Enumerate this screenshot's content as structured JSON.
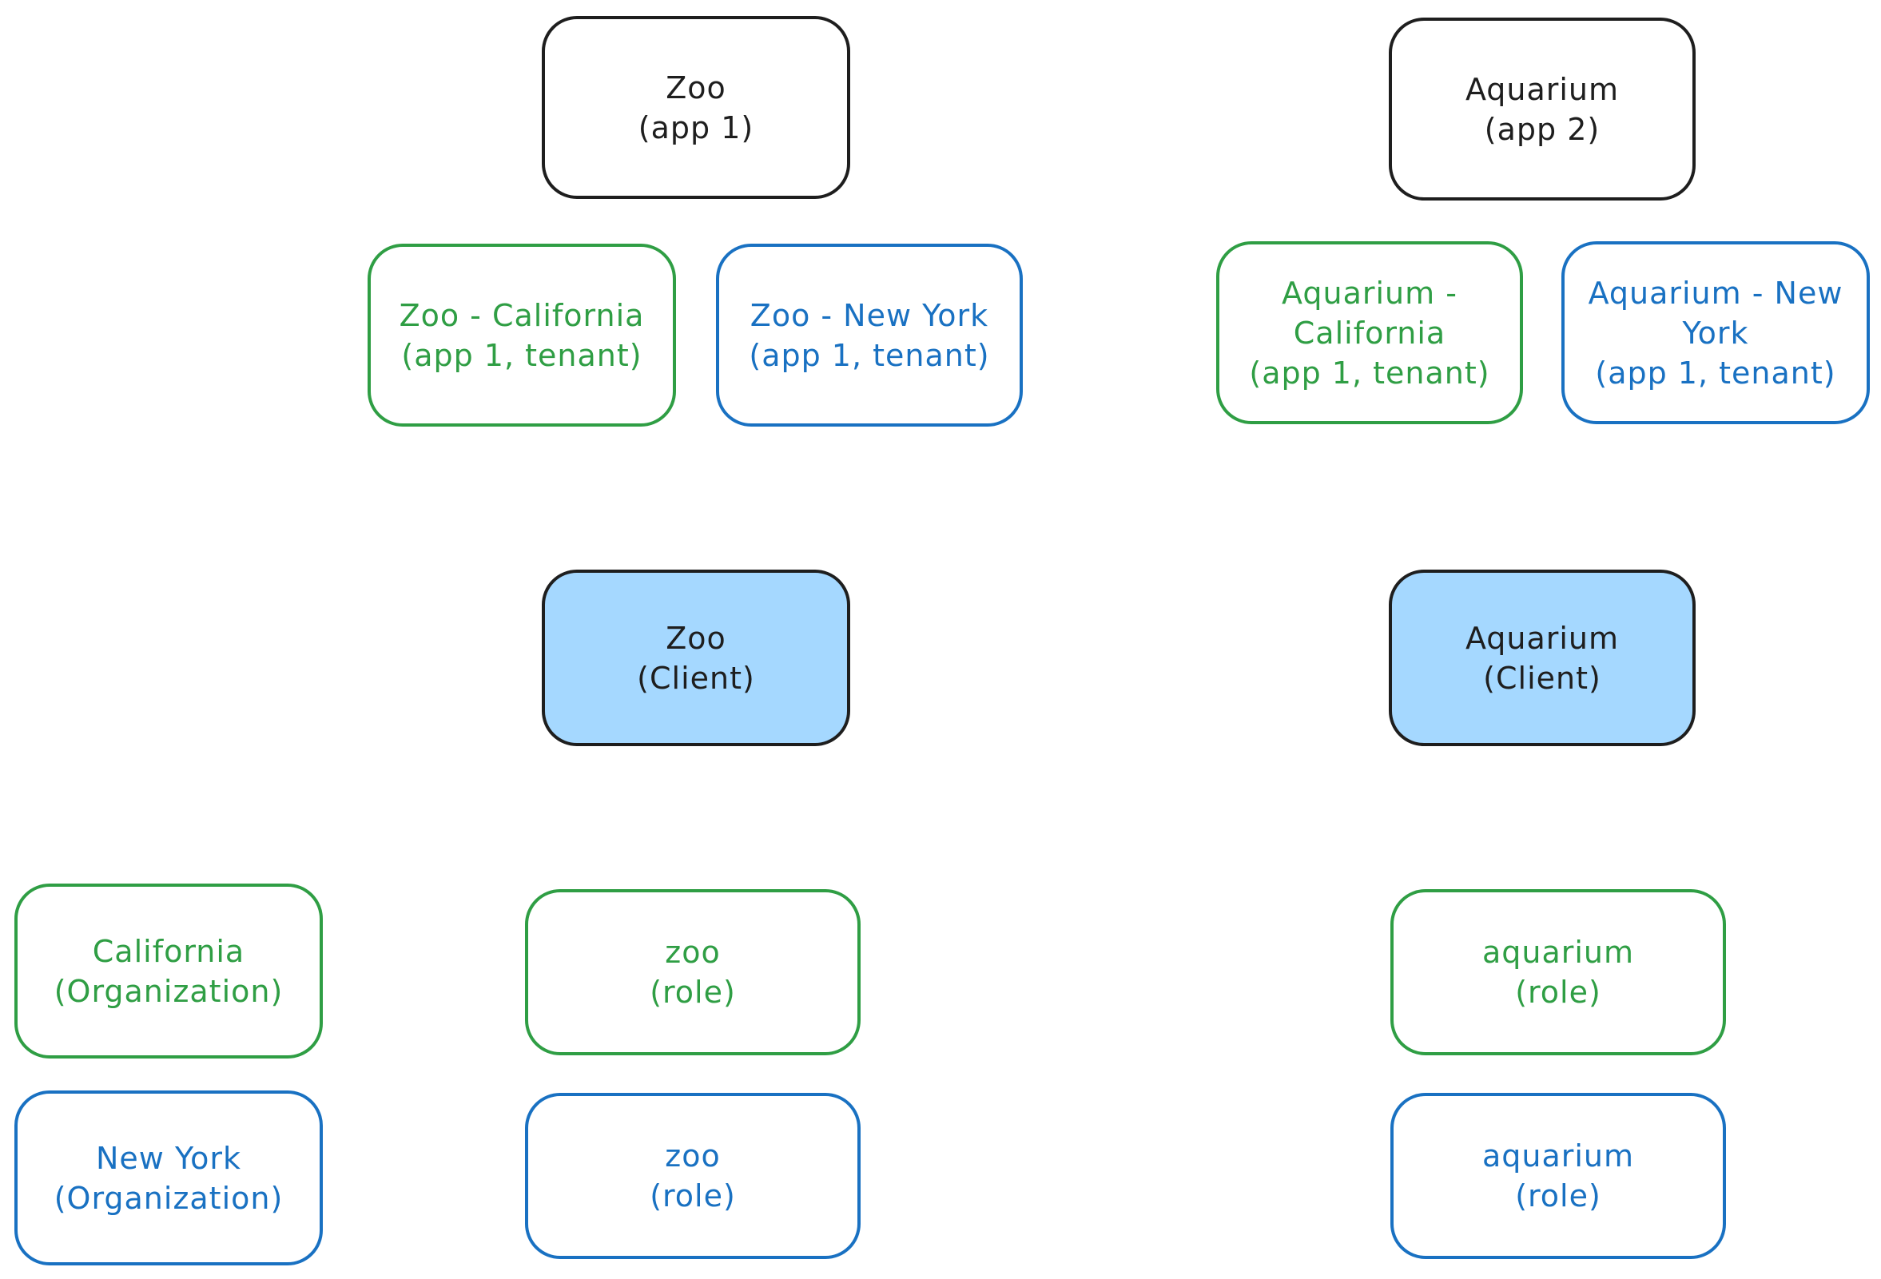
{
  "colors": {
    "stroke_black": "#1e1e1e",
    "stroke_green": "#2f9e44",
    "stroke_blue": "#1971c2",
    "client_fill": "#a5d8ff",
    "background": "#ffffff"
  },
  "nodes": {
    "zoo_app": {
      "line1": "Zoo",
      "line2": "(app 1)",
      "line3": ""
    },
    "aquarium_app": {
      "line1": "Aquarium",
      "line2": "(app 2)",
      "line3": ""
    },
    "zoo_ca": {
      "line1": "Zoo - California",
      "line2": "(app 1, tenant)",
      "line3": ""
    },
    "zoo_ny": {
      "line1": "Zoo - New York",
      "line2": "(app 1, tenant)",
      "line3": ""
    },
    "aq_ca": {
      "line1": "Aquarium -",
      "line2": "California",
      "line3": "(app 1, tenant)"
    },
    "aq_ny": {
      "line1": "Aquarium - New",
      "line2": "York",
      "line3": "(app 1, tenant)"
    },
    "zoo_client": {
      "line1": "Zoo",
      "line2": "(Client)",
      "line3": ""
    },
    "aq_client": {
      "line1": "Aquarium",
      "line2": "(Client)",
      "line3": ""
    },
    "org_ca": {
      "line1": "California",
      "line2": "(Organization)",
      "line3": ""
    },
    "org_ny": {
      "line1": "New York",
      "line2": "(Organization)",
      "line3": ""
    },
    "zoo_role_1": {
      "line1": "zoo",
      "line2": "(role)",
      "line3": ""
    },
    "zoo_role_2": {
      "line1": "zoo",
      "line2": "(role)",
      "line3": ""
    },
    "aq_role_1": {
      "line1": "aquarium",
      "line2": "(role)",
      "line3": ""
    },
    "aq_role_2": {
      "line1": "aquarium",
      "line2": "(role)",
      "line3": ""
    }
  }
}
